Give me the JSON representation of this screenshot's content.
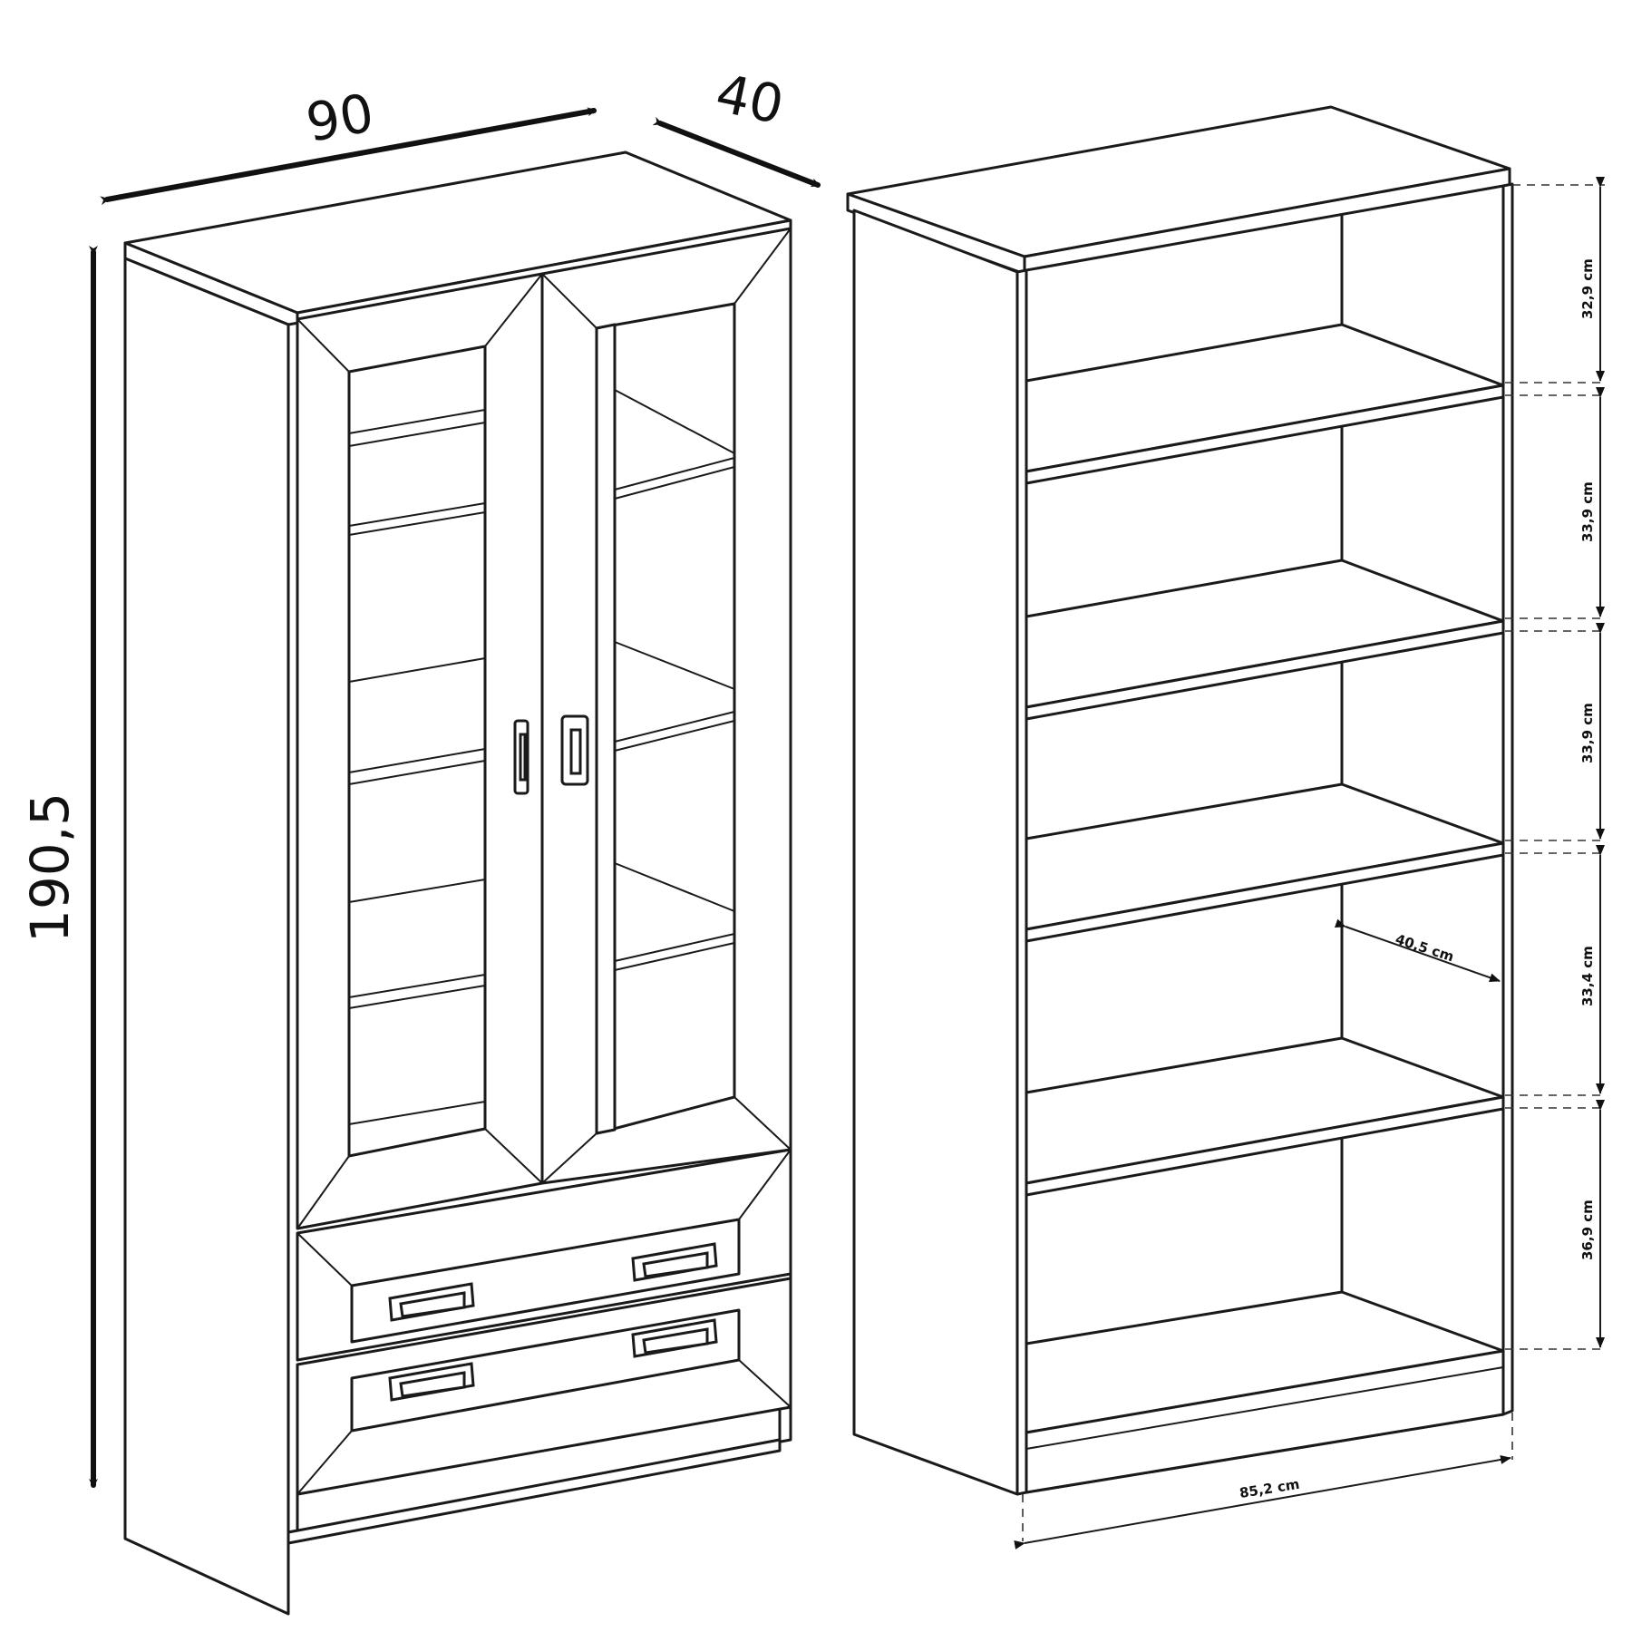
{
  "overall_dimensions": {
    "width": "90",
    "depth": "40",
    "height": "190,5"
  },
  "interior_dimensions": {
    "shelf_gaps": [
      "32,9 cm",
      "33,9 cm",
      "33,9 cm",
      "33,4 cm",
      "36,9 cm"
    ],
    "inner_depth": "40,5 cm",
    "inner_width": "85,2 cm"
  }
}
